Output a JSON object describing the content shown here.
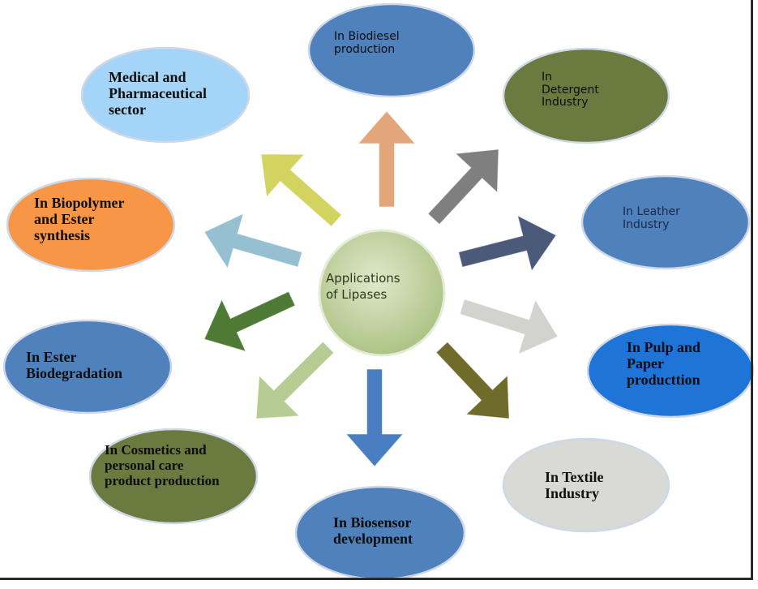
{
  "diagram": {
    "center": {
      "label": "Applications\nof Lipases",
      "fill": "#bcd19a"
    },
    "nodes": [
      {
        "id": "biodiesel",
        "label": "In Biodiesel\nproduction",
        "fill": "#4f81bd"
      },
      {
        "id": "detergent",
        "label": "In\nDetergent\nIndustry",
        "fill": "#6b7a3f"
      },
      {
        "id": "leather",
        "label": "In Leather\nIndustry",
        "fill": "#4f81bd"
      },
      {
        "id": "pulp",
        "label": "In Pulp and\nPaper\nproducttion",
        "fill": "#1f74d8"
      },
      {
        "id": "textile",
        "label": "In Textile\nIndustry",
        "fill": "#d9d9d6"
      },
      {
        "id": "biosensor",
        "label": "In Biosensor\ndevelopment",
        "fill": "#4f81bd"
      },
      {
        "id": "cosmetics",
        "label": "In Cosmetics and\npersonal care\nproduct production",
        "fill": "#6b7a3f"
      },
      {
        "id": "ester_bio",
        "label": "In Ester\nBiodegradation",
        "fill": "#4f81bd"
      },
      {
        "id": "biopolymer",
        "label": "In Biopolymer\nand Ester\nsynthesis",
        "fill": "#f79646"
      },
      {
        "id": "medical",
        "label": "Medical and\nPharmaceutical\nsector",
        "fill": "#a4d4f7"
      }
    ],
    "arrow_colors": {
      "biodiesel": "#e3a57a",
      "detergent": "#7f7f7f",
      "leather": "#4a5a78",
      "pulp": "#d2d2cf",
      "textile": "#6f6b2a",
      "biosensor": "#4a7ec2",
      "cosmetics": "#b7cc93",
      "ester_bio": "#4e7a35",
      "biopolymer": "#96c0d1",
      "medical": "#d3d45f"
    }
  }
}
